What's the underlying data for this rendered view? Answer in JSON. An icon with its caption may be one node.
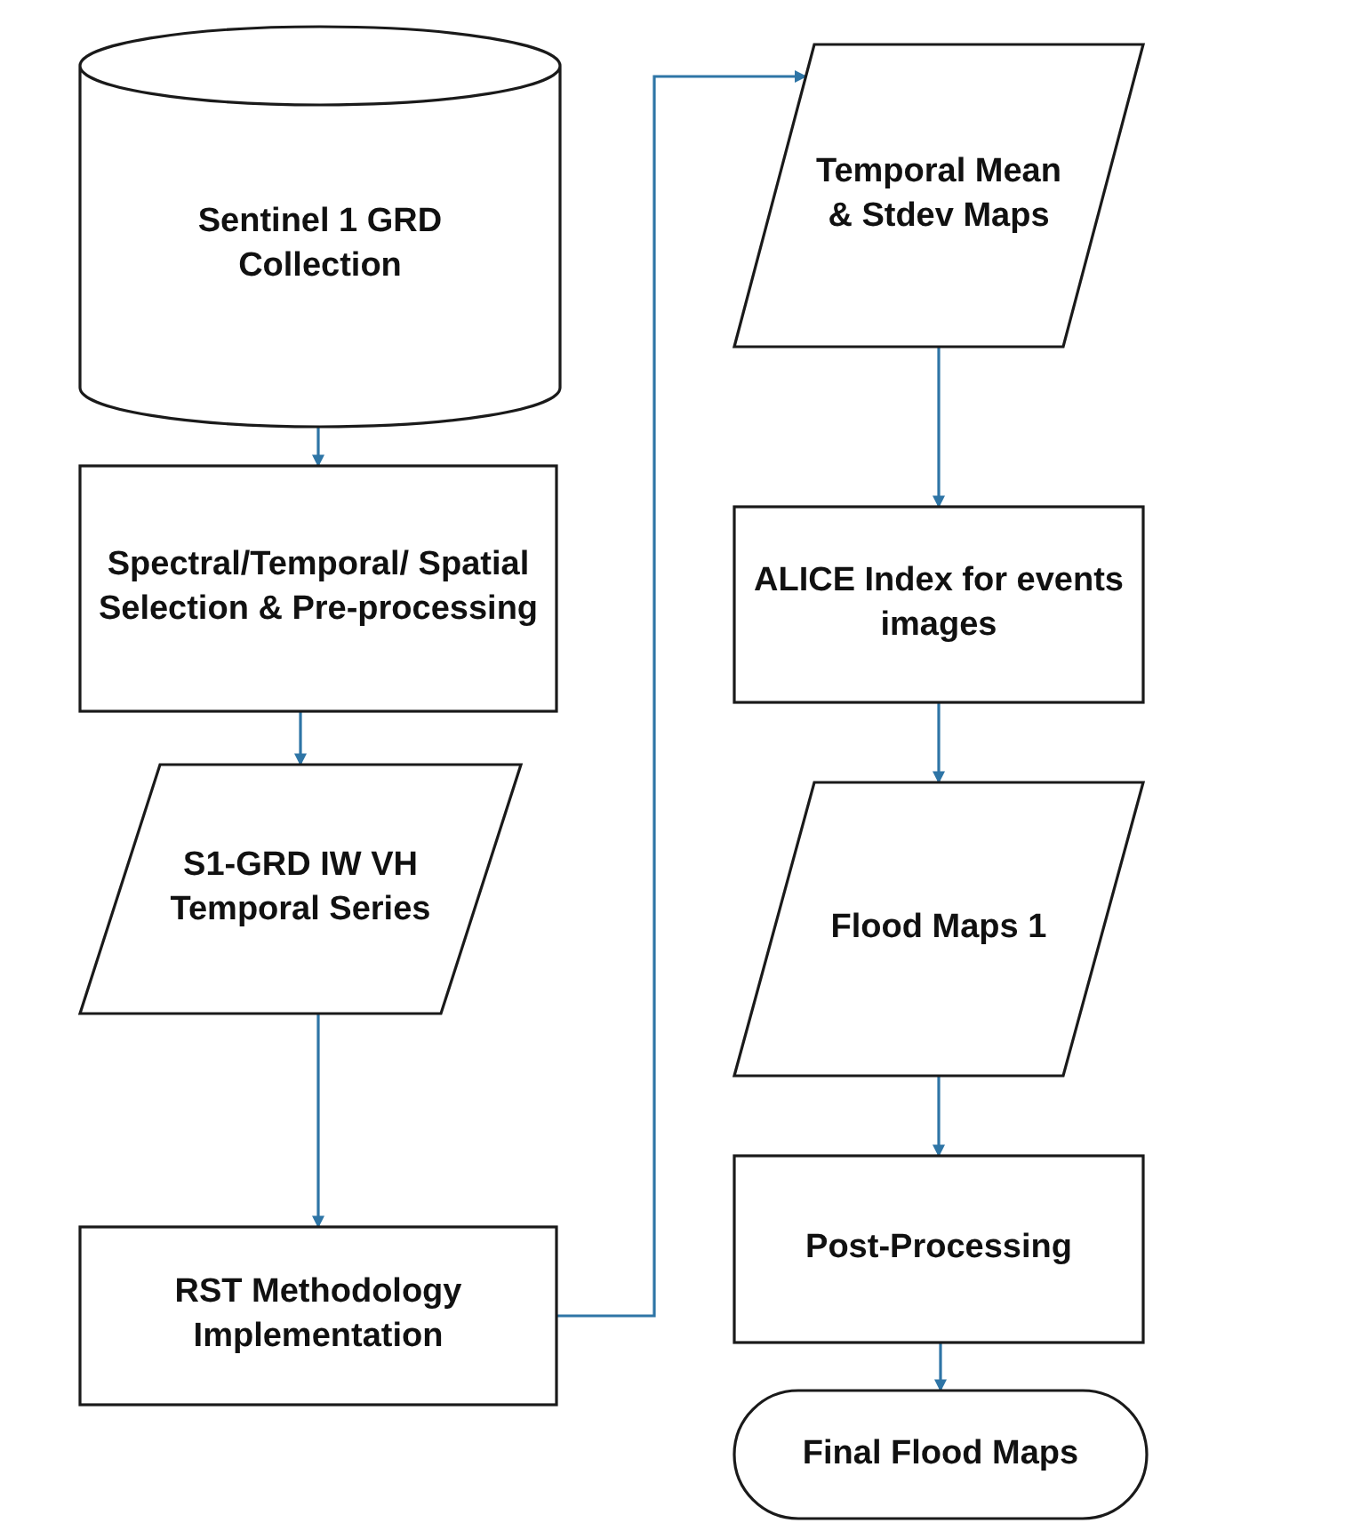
{
  "diagram": {
    "nodes": [
      {
        "text": [
          "Sentinel 1 GRD Collection"
        ]
      },
      {
        "text": [
          "Spectral/Temporal/ Spatial Selection & Pre-processing"
        ]
      },
      {
        "text": [
          "S1-GRD IW VH Temporal Series"
        ]
      },
      {
        "text": [
          "RST Methodology Implementation"
        ]
      },
      {
        "text": [
          "Temporal Mean & Stdev Maps"
        ]
      },
      {
        "text": [
          "ALICE Index for events images"
        ]
      },
      {
        "text": [
          "Flood Maps 1"
        ]
      },
      {
        "text": [
          "Post-Processing"
        ]
      },
      {
        "text": [
          "Final Flood Maps"
        ]
      }
    ],
    "edges": [
      {
        "from": 0,
        "to": 1,
        "arrow": "to"
      },
      {
        "from": 1,
        "to": 2,
        "arrow": "to"
      },
      {
        "from": 2,
        "to": 3,
        "arrow": "to"
      },
      {
        "from": 3,
        "to": 4,
        "arrow": "to"
      },
      {
        "from": 4,
        "to": 5,
        "arrow": "to"
      },
      {
        "from": 5,
        "to": 6,
        "arrow": "to"
      },
      {
        "from": 6,
        "to": 7,
        "arrow": "to"
      },
      {
        "from": 7,
        "to": 8,
        "arrow": "to"
      }
    ]
  }
}
